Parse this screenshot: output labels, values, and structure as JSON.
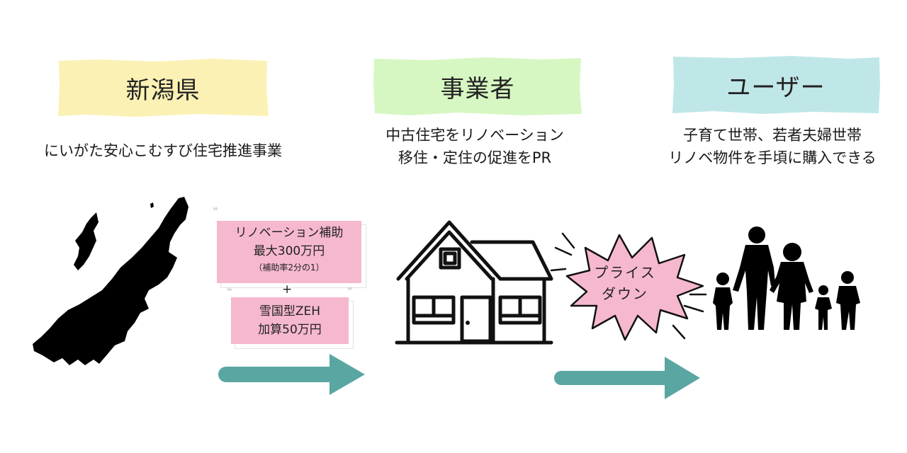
{
  "columns": [
    {
      "title": "新潟県",
      "color": "#fbf1b4",
      "description": [
        "にいがた安心こむすび住宅推進事業"
      ]
    },
    {
      "title": "事業者",
      "color": "#d6f7c2",
      "description": [
        "中古住宅をリノベーション",
        "移住・定住の促進をPR"
      ]
    },
    {
      "title": "ユーザー",
      "color": "#c0e7e8",
      "description": [
        "子育て世帯、若者夫婦世帯",
        "リノベ物件を手頃に購入できる"
      ]
    }
  ],
  "subsidy": {
    "box1": {
      "line1": "リノベーション補助",
      "line2": "最大300万円",
      "line3": "（補助率2分の1）"
    },
    "plus": "+",
    "box2": {
      "line1": "雪国型ZEH",
      "line2": "加算50万円"
    }
  },
  "price_down": {
    "line1": "プライス",
    "line2": "ダウン"
  },
  "icons": {
    "map": "niigata-map-icon",
    "house": "house-icon",
    "family": "family-silhouette-icon",
    "arrow": "arrow-right-icon",
    "burst": "burst-icon"
  },
  "colors": {
    "arrow": "#5aa6a3",
    "pink": "#f6b8cf",
    "burst": "#f6b8cf"
  }
}
